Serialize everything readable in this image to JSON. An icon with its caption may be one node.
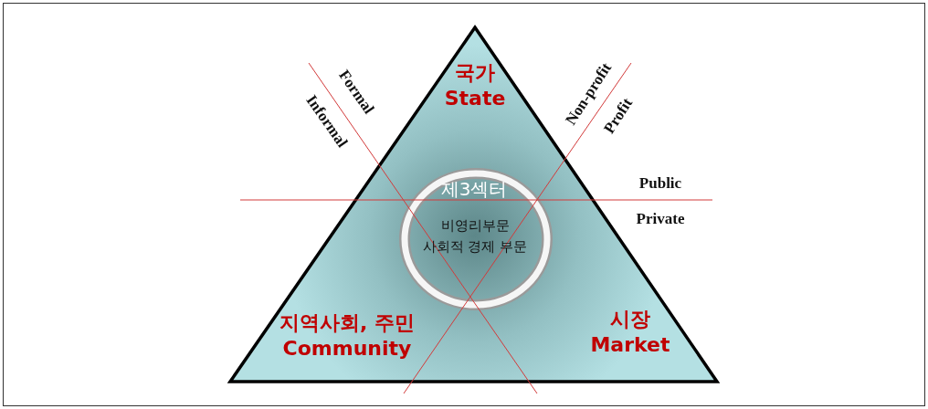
{
  "diagram": {
    "nodes": [
      {
        "text": [
          "국가 State",
          "지역사회, 주민 Community",
          "시장 Market"
        ]
      },
      {
        "text": [
          "제3섹터",
          "비영리부문 사회적 경제 부문"
        ],
        "in": 0
      }
    ],
    "edges": [],
    "labels": [
      "Formal",
      "Informal",
      "Non-profit",
      "Profit",
      "Public",
      "Private"
    ]
  }
}
